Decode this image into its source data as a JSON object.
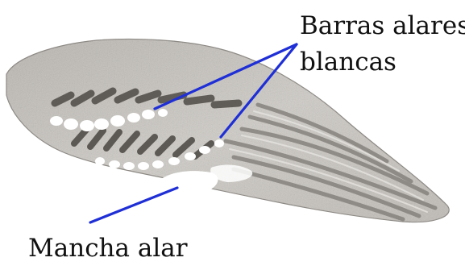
{
  "labels": {
    "white_wing_bars_line1": "Barras alares",
    "white_wing_bars_line2": "blancas",
    "wing_patch": "Mancha alar"
  },
  "colors": {
    "pointer_line": "#1f2fd6",
    "wing_base": "#c9c6c1",
    "wing_shadow": "#6e6a66",
    "white_bar": "#ffffff",
    "text": "#111111"
  }
}
